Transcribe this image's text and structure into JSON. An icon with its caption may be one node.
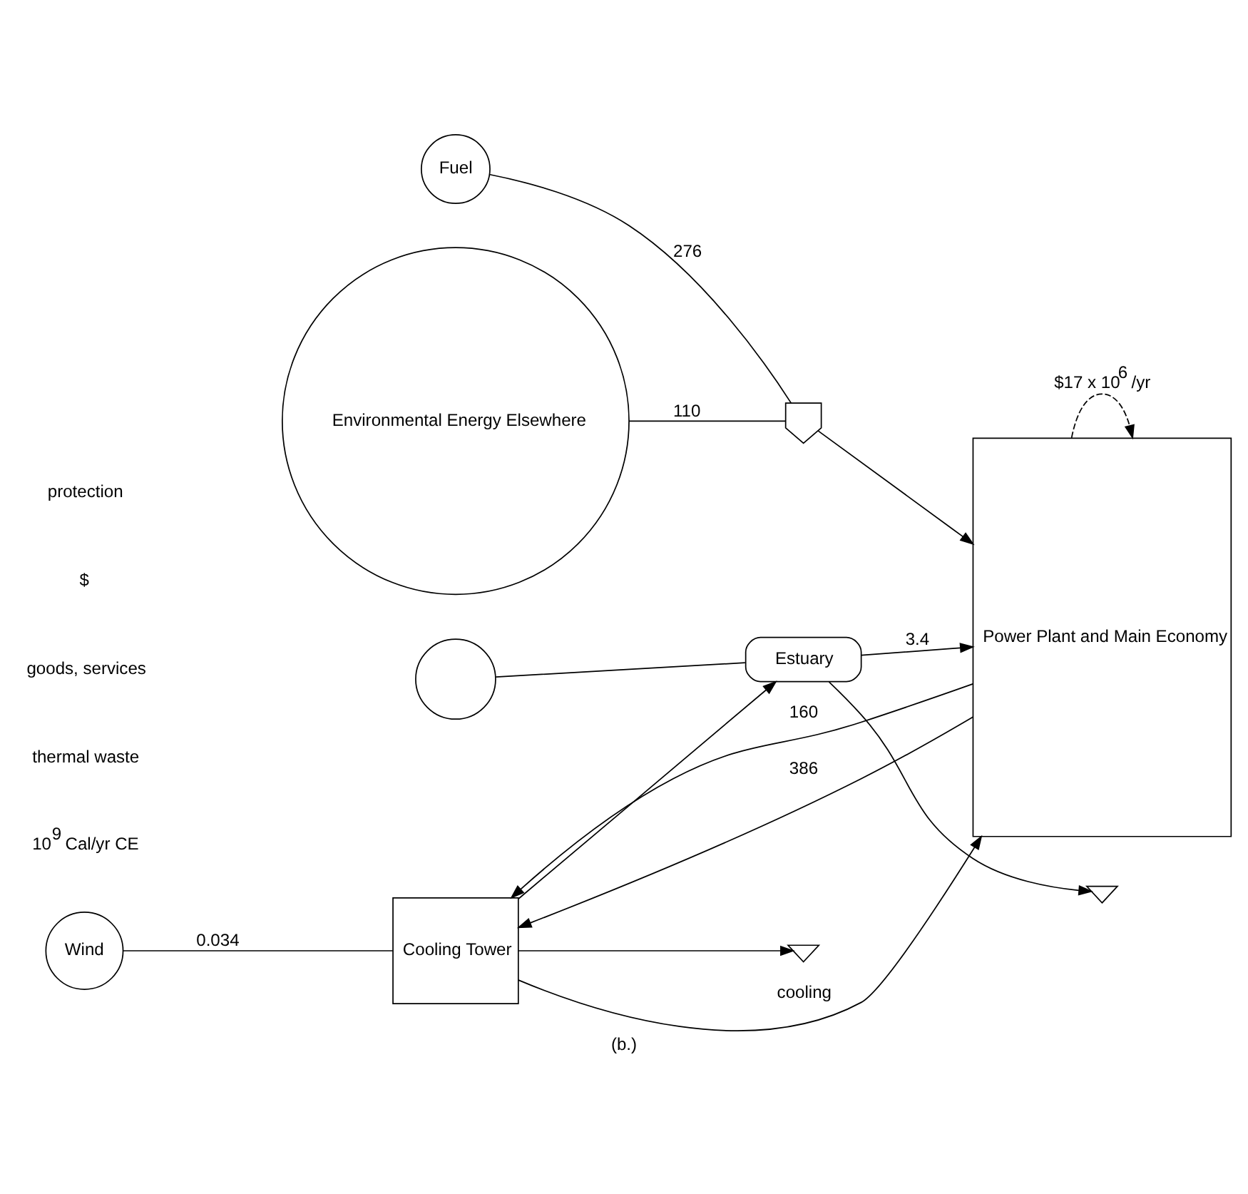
{
  "diagram": {
    "caption": "(b.)",
    "nodes": [
      {
        "text": [
          "Fuel"
        ]
      },
      {
        "text": [
          "Environmental Energy Elsewhere"
        ]
      },
      {
        "text": [],
        "shape": "chevron"
      },
      {
        "text": [
          "Power Plant and Main Economy"
        ]
      },
      {
        "text": [
          "Wind"
        ]
      },
      {
        "text": [
          "Cooling Tower"
        ]
      },
      {
        "text": [],
        "shape": "circle"
      },
      {
        "text": [
          "Estuary"
        ]
      },
      {
        "text": [],
        "shape": "ground"
      },
      {
        "text": [],
        "shape": "ground"
      }
    ],
    "edges": [
      {
        "from": 0,
        "to": 2,
        "arrow": "none",
        "label": "276"
      },
      {
        "from": 1,
        "to": 2,
        "arrow": "none",
        "label": "110"
      },
      {
        "from": 2,
        "to": 3,
        "arrow": "to"
      },
      {
        "from": 3,
        "to": 5,
        "arrow": "to",
        "label": "160"
      },
      {
        "from": 3,
        "to": 5,
        "arrow": "to",
        "label": "386"
      },
      {
        "from": 3,
        "to": 3,
        "arrow": "to",
        "style": "dashed",
        "label": "$17 x 10$^{6}$ /yr"
      },
      {
        "from": 4,
        "to": 5,
        "arrow": "none",
        "label": "0.034"
      },
      {
        "from": 5,
        "to": 3,
        "arrow": "to",
        "label": "cooling"
      },
      {
        "from": 5,
        "to": 7,
        "arrow": "to"
      },
      {
        "from": 5,
        "to": 8,
        "arrow": "to"
      },
      {
        "from": 6,
        "to": 7,
        "arrow": "none"
      },
      {
        "from": 7,
        "to": 3,
        "arrow": "to",
        "label": "3.4"
      },
      {
        "from": 7,
        "to": 9,
        "arrow": "to"
      }
    ],
    "labels": [
      "10$^{9}$ Cal/yr CE",
      "thermal waste",
      "goods, services",
      "$",
      "protection"
    ]
  }
}
